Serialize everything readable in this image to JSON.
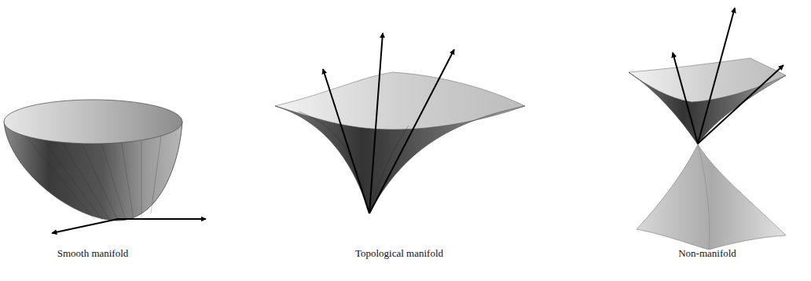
{
  "diagram": {
    "labels": [
      "Smooth manifold",
      "Topological manifold",
      "Non-manifold"
    ]
  }
}
